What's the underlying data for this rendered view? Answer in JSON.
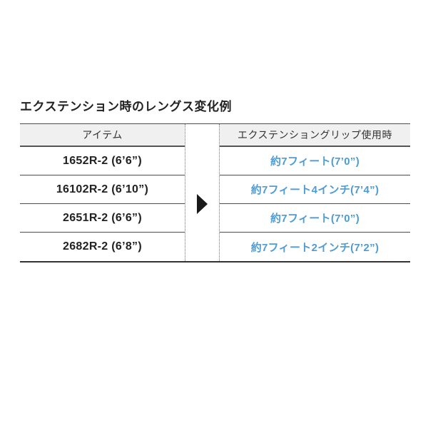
{
  "title": "エクステンション時のレングス変化例",
  "colors": {
    "accent_blue": "#4f9cd4",
    "header_background": "#f0f0f0",
    "text_dark": "#222222",
    "border_dark": "#4d4d4d",
    "arrow_black": "#1a1a1a"
  },
  "table": {
    "columns": {
      "item": "アイテム",
      "extended": "エクステンショングリップ使用時"
    },
    "arrow_icon": "right-triangle",
    "rows": [
      {
        "item": "1652R-2 (6’6”)",
        "extended": "約7フィート(7’0”)"
      },
      {
        "item": "16102R-2 (6’10”)",
        "extended": "約7フィート4インチ(7’4”)"
      },
      {
        "item": "2651R-2 (6’6”)",
        "extended": "約7フィート(7’0”)"
      },
      {
        "item": "2682R-2 (6’8”)",
        "extended": "約7フィート2インチ(7’2”)"
      }
    ]
  }
}
